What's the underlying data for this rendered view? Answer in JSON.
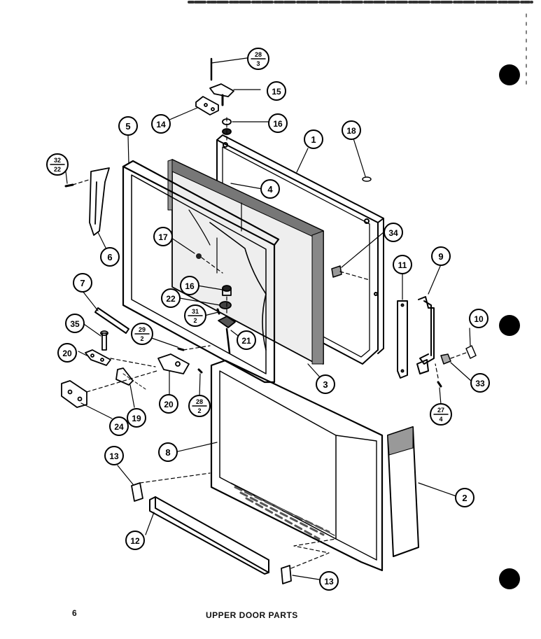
{
  "footer": {
    "page_number": "6",
    "caption": "UPPER DOOR PARTS"
  },
  "callouts": [
    {
      "id": "c1",
      "label": "1"
    },
    {
      "id": "c2",
      "label": "2"
    },
    {
      "id": "c3",
      "label": "3"
    },
    {
      "id": "c4",
      "label": "4"
    },
    {
      "id": "c5",
      "label": "5"
    },
    {
      "id": "c6",
      "label": "6"
    },
    {
      "id": "c7",
      "label": "7"
    },
    {
      "id": "c8",
      "label": "8"
    },
    {
      "id": "c9",
      "label": "9"
    },
    {
      "id": "c10",
      "label": "10"
    },
    {
      "id": "c11",
      "label": "11"
    },
    {
      "id": "c12",
      "label": "12"
    },
    {
      "id": "c13a",
      "label": "13"
    },
    {
      "id": "c13b",
      "label": "13"
    },
    {
      "id": "c14",
      "label": "14"
    },
    {
      "id": "c15",
      "label": "15"
    },
    {
      "id": "c16a",
      "label": "16"
    },
    {
      "id": "c16b",
      "label": "16"
    },
    {
      "id": "c17",
      "label": "17"
    },
    {
      "id": "c18",
      "label": "18"
    },
    {
      "id": "c19",
      "label": "19"
    },
    {
      "id": "c20a",
      "label": "20"
    },
    {
      "id": "c20b",
      "label": "20"
    },
    {
      "id": "c21",
      "label": "21"
    },
    {
      "id": "c22",
      "label": "22"
    },
    {
      "id": "c24",
      "label": "24"
    },
    {
      "id": "c33",
      "label": "33"
    },
    {
      "id": "c34",
      "label": "34"
    },
    {
      "id": "c35",
      "label": "35"
    }
  ],
  "fractions": [
    {
      "id": "f28_3",
      "num": "28",
      "den": "3"
    },
    {
      "id": "f32_22",
      "num": "32",
      "den": "22"
    },
    {
      "id": "f31_2",
      "num": "31",
      "den": "2"
    },
    {
      "id": "f29_2",
      "num": "29",
      "den": "2"
    },
    {
      "id": "f28_2",
      "num": "28",
      "den": "2"
    },
    {
      "id": "f27_4",
      "num": "27",
      "den": "4"
    }
  ]
}
